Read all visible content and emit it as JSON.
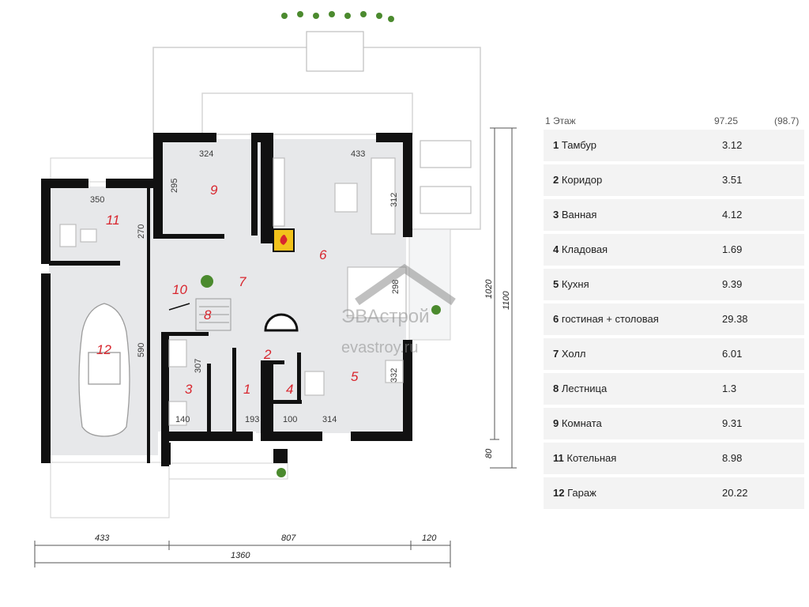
{
  "plan": {
    "rooms": [
      {
        "num": "1"
      },
      {
        "num": "2"
      },
      {
        "num": "3"
      },
      {
        "num": "4"
      },
      {
        "num": "5"
      },
      {
        "num": "6"
      },
      {
        "num": "7"
      },
      {
        "num": "8"
      },
      {
        "num": "9"
      },
      {
        "num": "10"
      },
      {
        "num": "11"
      },
      {
        "num": "12"
      }
    ],
    "dims": {
      "d324": "324",
      "d433": "433",
      "d295": "295",
      "d350": "350",
      "d270": "270",
      "d312": "312",
      "d590": "590",
      "d307": "307",
      "d140": "140",
      "d193": "193",
      "d100": "100",
      "d314": "314",
      "d332": "332",
      "d298": "298"
    },
    "outer_dims": {
      "b433": "433",
      "b807": "807",
      "b120": "120",
      "b1360": "1360",
      "v1020": "1020",
      "v1100": "1100",
      "v80": "80"
    },
    "watermark": {
      "brand": "ЭВАстрой",
      "site": "evastroy.ru"
    }
  },
  "table": {
    "header": {
      "floor": "1 Этаж",
      "area": "97.25",
      "total": "(98.7)"
    },
    "rows": [
      {
        "num": "1",
        "name": "Тамбур",
        "area": "3.12"
      },
      {
        "num": "2",
        "name": "Коридор",
        "area": "3.51"
      },
      {
        "num": "3",
        "name": "Ванная",
        "area": "4.12"
      },
      {
        "num": "4",
        "name": "Кладовая",
        "area": "1.69"
      },
      {
        "num": "5",
        "name": "Кухня",
        "area": "9.39"
      },
      {
        "num": "6",
        "name": "гостиная + столовая",
        "area": "29.38"
      },
      {
        "num": "7",
        "name": "Холл",
        "area": "6.01"
      },
      {
        "num": "8",
        "name": "Лестница",
        "area": "1.3"
      },
      {
        "num": "9",
        "name": "Комната",
        "area": "9.31"
      },
      {
        "num": "11",
        "name": "Котельная",
        "area": "8.98"
      },
      {
        "num": "12",
        "name": "Гараж",
        "area": "20.22"
      }
    ]
  },
  "colors": {
    "wall": "#111111",
    "floor": "#e7e8ea",
    "room_number": "#d8262e",
    "table_bg": "#f3f3f3"
  }
}
